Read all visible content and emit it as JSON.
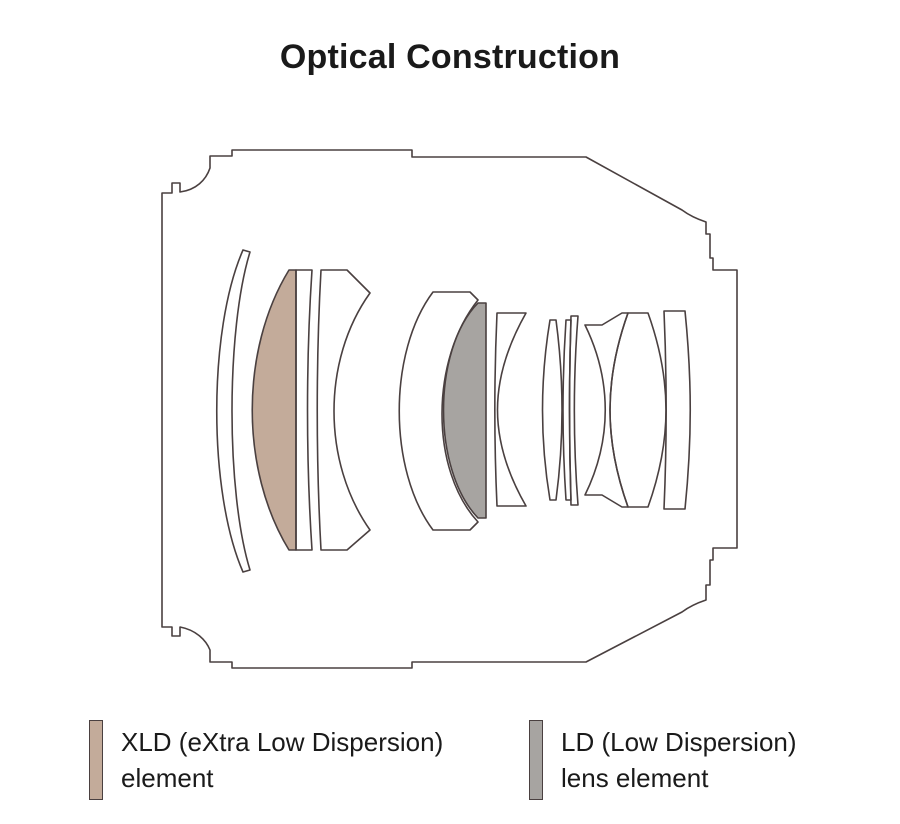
{
  "title": "Optical Construction",
  "colors": {
    "outline": "#4a4040",
    "xld": "#c3ab9a",
    "ld": "#a7a4a1",
    "background": "#ffffff"
  },
  "legend": [
    {
      "key": "xld",
      "line1": "XLD (eXtra Low Dispersion)",
      "line2": "element"
    },
    {
      "key": "ld",
      "line1": "LD (Low Dispersion)",
      "line2": "lens element"
    }
  ]
}
